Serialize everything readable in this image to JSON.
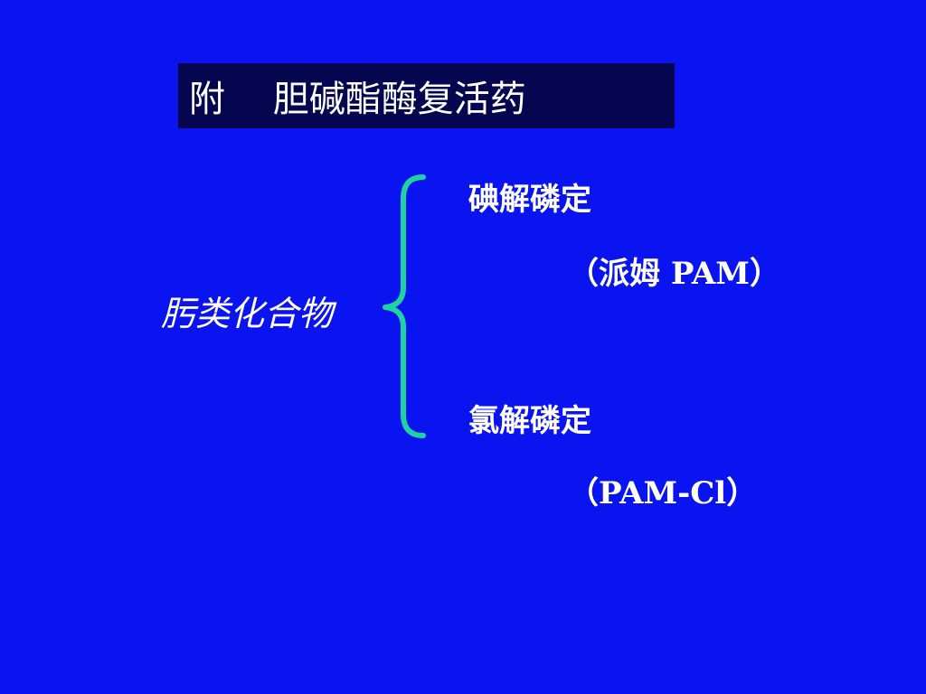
{
  "slide": {
    "title": "附　 胆碱酯酶复活药",
    "category": "肟类化合物",
    "brace_color": "#1fd3a0",
    "items": [
      {
        "name": "碘解磷定",
        "abbr": "（派姆  PAM）"
      },
      {
        "name": "氯解磷定",
        "abbr": "（PAM-Cl）"
      }
    ]
  }
}
